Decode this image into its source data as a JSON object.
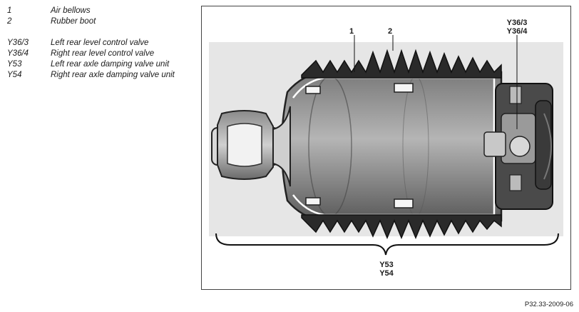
{
  "legend": [
    {
      "code": "1",
      "desc": "Air bellows"
    },
    {
      "code": "2",
      "desc": "Rubber boot"
    },
    {
      "code": "Y36/3",
      "desc": "Left rear level control valve"
    },
    {
      "code": "Y36/4",
      "desc": "Right rear level control valve"
    },
    {
      "code": "Y53",
      "desc": "Left rear axle damping valve unit"
    },
    {
      "code": "Y54",
      "desc": "Right rear axle damping valve unit"
    }
  ],
  "callouts": {
    "bellows": "1",
    "boot": "2",
    "valve_left": "Y36/3",
    "valve_right": "Y36/4",
    "damper_left": "Y53",
    "damper_right": "Y54"
  },
  "figure_id": "P32.33-2009-06"
}
